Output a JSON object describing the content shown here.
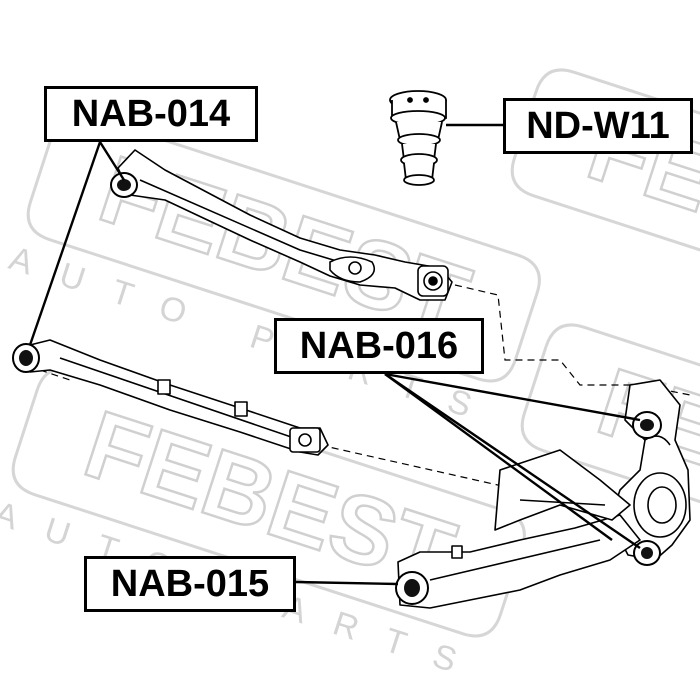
{
  "watermark": {
    "brand": "FEBEST",
    "sub": "AUTO PARTS"
  },
  "labels": {
    "nab014": "NAB-014",
    "ndw11": "ND-W11",
    "nab016": "NAB-016",
    "nab015": "NAB-015"
  },
  "colors": {
    "ink": "#000000",
    "watermark": "#d9d9d9",
    "background": "#ffffff"
  }
}
